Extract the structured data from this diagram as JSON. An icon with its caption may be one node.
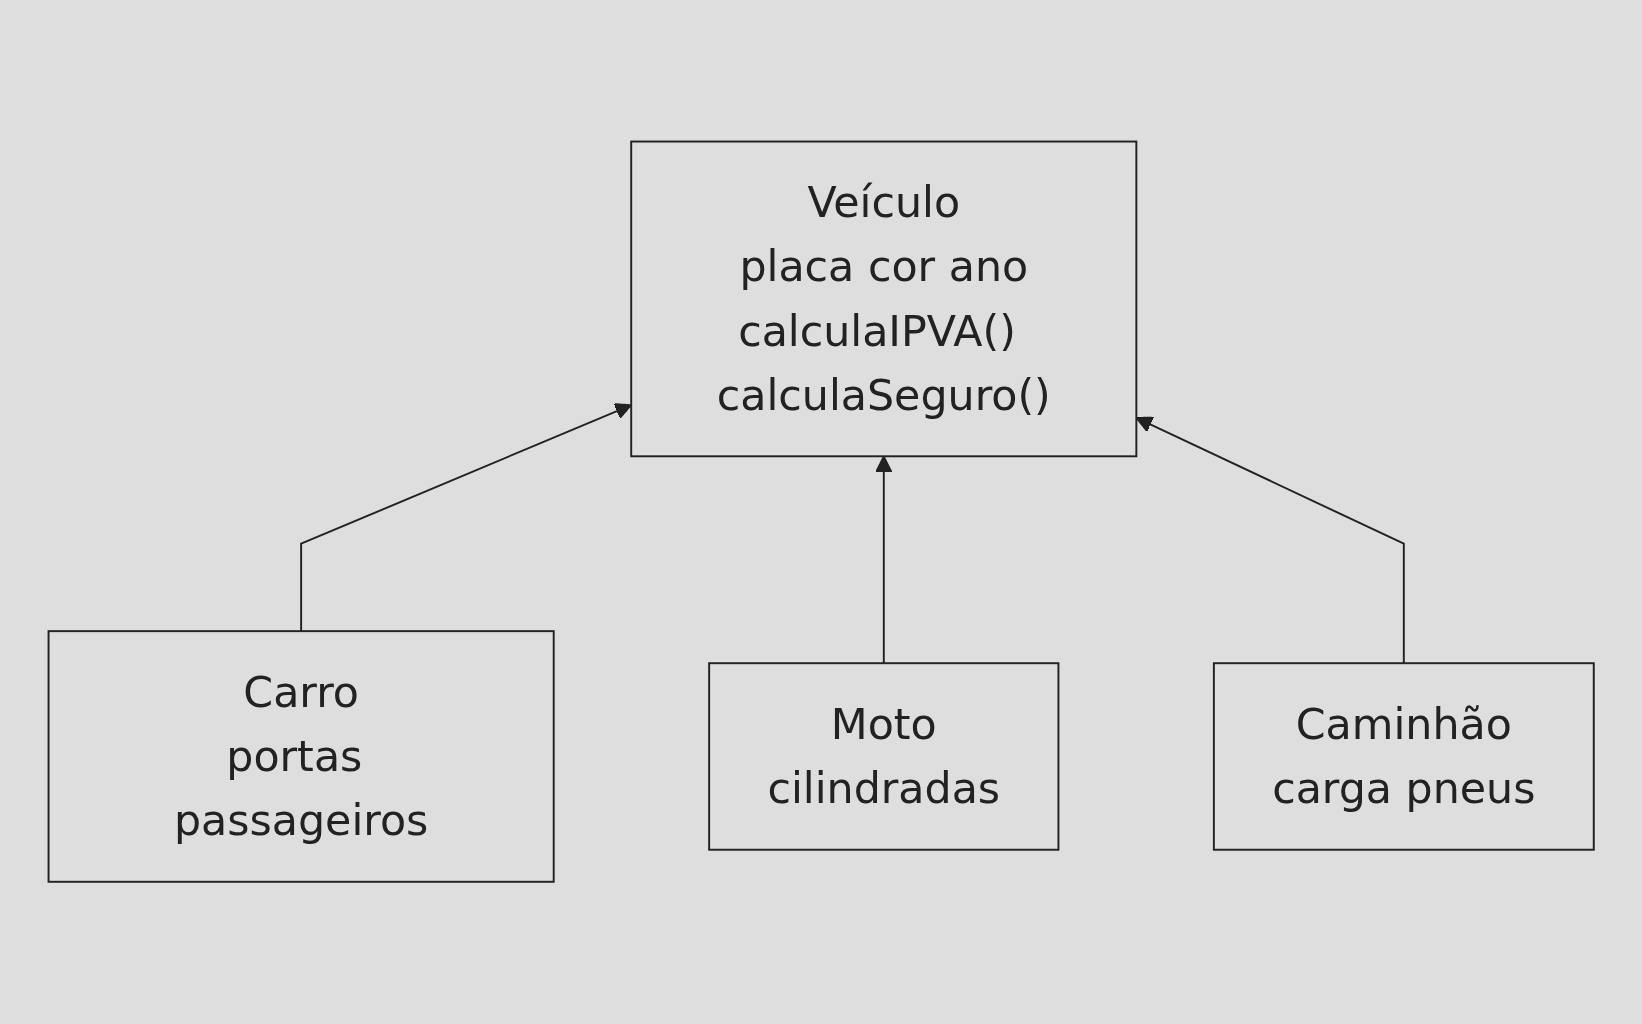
{
  "diagram": {
    "nodes": [
      {
        "text": [
          "Veículo",
          "placa cor ano",
          "calculaIPVA() calculaSeguro()"
        ]
      },
      {
        "text": [
          "Carro",
          "portas passageiros"
        ]
      },
      {
        "text": [
          "Moto",
          "cilindradas"
        ]
      },
      {
        "text": [
          "Caminhão",
          "carga pneus"
        ]
      }
    ],
    "edges": [
      {
        "from": 1,
        "to": 0,
        "arrow": "to"
      },
      {
        "from": 2,
        "to": 0,
        "arrow": "to"
      },
      {
        "from": 3,
        "to": 0,
        "arrow": "to"
      }
    ]
  }
}
